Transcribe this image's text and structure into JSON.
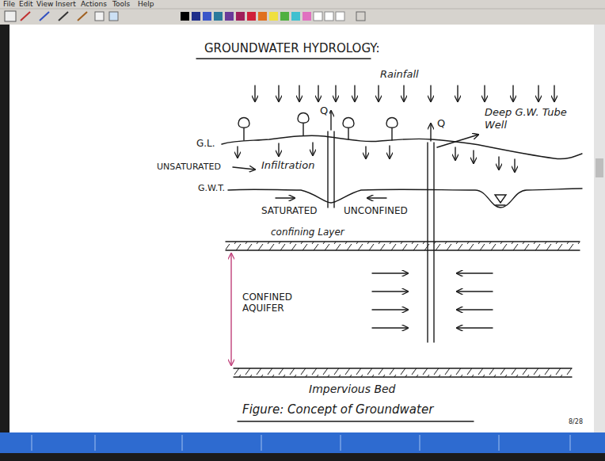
{
  "diagram": {
    "title": "GROUNDWATER HYDROLOGY:",
    "caption": "Figure: Concept of Groundwater",
    "labels": [
      "File",
      "Edit",
      "View",
      "Insert",
      "Actions",
      "Tools",
      "Help",
      "Rainfall",
      "Q",
      "Q",
      "G.L.",
      "UNSATURATED",
      "Infiltration",
      "Deep G.W. Tube Well",
      "G.W.T.",
      "SATURATED",
      "UNCONFINED",
      "confining Layer",
      "CONFINED AQUIFER",
      "Impervious Bed",
      "8/28"
    ]
  }
}
